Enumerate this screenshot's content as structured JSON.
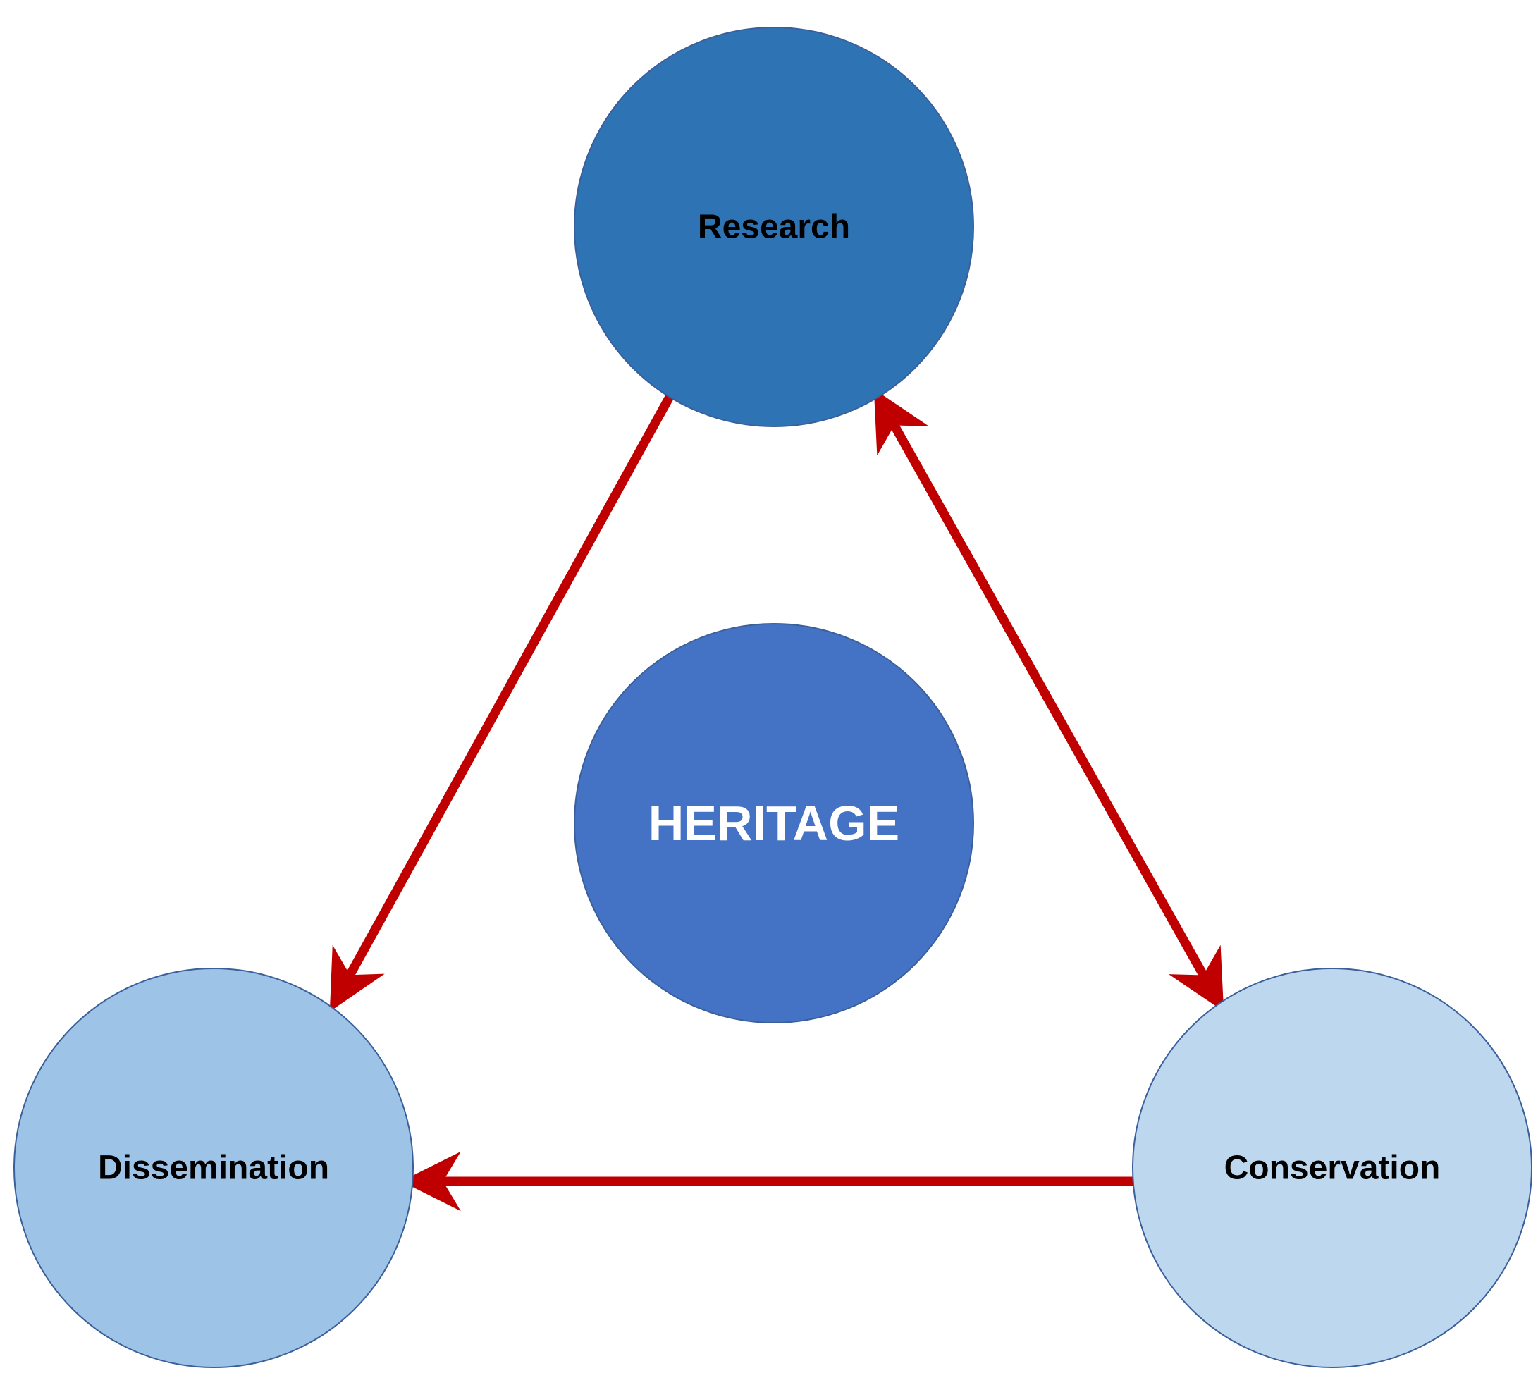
{
  "nodes": {
    "research": {
      "label": "Research",
      "color": "#2e74b5",
      "text_color": "#000000"
    },
    "heritage": {
      "label": "HERITAGE",
      "color": "#4472c4",
      "text_color": "#ffffff"
    },
    "dissemination": {
      "label": "Dissemination",
      "color": "#9dc3e6",
      "text_color": "#000000"
    },
    "conservation": {
      "label": "Conservation",
      "color": "#bdd7ee",
      "text_color": "#000000"
    }
  },
  "edges": [
    {
      "from": "research",
      "to": "dissemination",
      "direction": "forward"
    },
    {
      "from": "research",
      "to": "conservation",
      "direction": "both"
    },
    {
      "from": "conservation",
      "to": "dissemination",
      "direction": "forward"
    }
  ],
  "colors": {
    "arrow": "#c00000",
    "node_border": "#3a5f9a"
  }
}
